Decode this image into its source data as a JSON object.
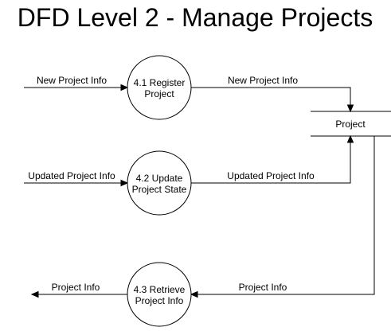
{
  "diagram": {
    "title": "DFD Level 2 - Manage Projects",
    "processes": [
      {
        "id": "4.1",
        "lines": [
          "4.1 Register",
          "Project"
        ]
      },
      {
        "id": "4.2",
        "lines": [
          "4.2 Update",
          "Project State"
        ]
      },
      {
        "id": "4.3",
        "lines": [
          "4.3 Retrieve",
          "Project Info"
        ]
      }
    ],
    "datastore": {
      "label": "Project"
    },
    "flows": [
      {
        "id": "in-new",
        "label": "New Project Info"
      },
      {
        "id": "p1-to-store",
        "label": "New Project Info"
      },
      {
        "id": "in-updated",
        "label": "Updated Project Info"
      },
      {
        "id": "p2-to-store",
        "label": "Updated Project Info"
      },
      {
        "id": "store-to-p3",
        "label": "Project Info"
      },
      {
        "id": "out-info",
        "label": "Project Info"
      }
    ]
  }
}
